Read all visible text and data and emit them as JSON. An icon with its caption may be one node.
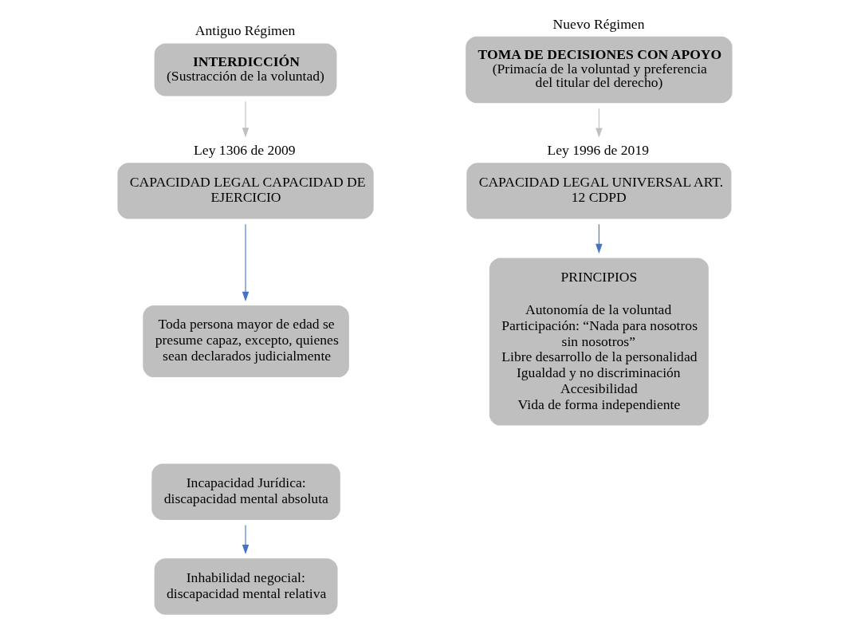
{
  "diagram": {
    "nodes": [
      {
        "text": [
          "Antiguo Régimen",
          "INTERDICCIÓN",
          "(Sustracción de la voluntad)"
        ]
      },
      {
        "text": [
          "Nuevo Régimen",
          "TOMA DE DECISIONES CON APOYO",
          "(Primacía de la voluntad y preferencia del titular del derecho)"
        ]
      },
      {
        "text": [
          "Ley 1306 de 2009",
          "CAPACIDAD LEGAL CAPACIDAD DE EJERCICIO"
        ]
      },
      {
        "text": [
          "Ley 1996 de 2019",
          "CAPACIDAD LEGAL UNIVERSAL ART. 12 CDPD"
        ]
      },
      {
        "text": [
          "Toda persona mayor de edad se presume capaz, excepto, quienes sean declarados judicialmente"
        ]
      },
      {
        "text": [
          "PRINCIPIOS",
          "Autonomía de la voluntad",
          "Participación: “Nada para nosotros sin nosotros”",
          "Libre desarrollo de la personalidad",
          "Igualdad y no discriminación",
          "Accesibilidad",
          "Vida de forma independiente"
        ]
      },
      {
        "text": [
          "Incapacidad Jurídica: discapacidad mental absoluta"
        ]
      },
      {
        "text": [
          "Inhabilidad negocial: discapacidad mental relativa"
        ]
      }
    ],
    "edges": [
      {
        "from": 0,
        "to": 2,
        "arrow": "to",
        "color": "#bfbfbf"
      },
      {
        "from": 1,
        "to": 3,
        "arrow": "to",
        "color": "#bfbfbf"
      },
      {
        "from": 2,
        "to": 4,
        "arrow": "to"
      },
      {
        "from": 3,
        "to": 5,
        "arrow": "to"
      },
      {
        "from": 6,
        "to": 7,
        "arrow": "to"
      }
    ]
  }
}
